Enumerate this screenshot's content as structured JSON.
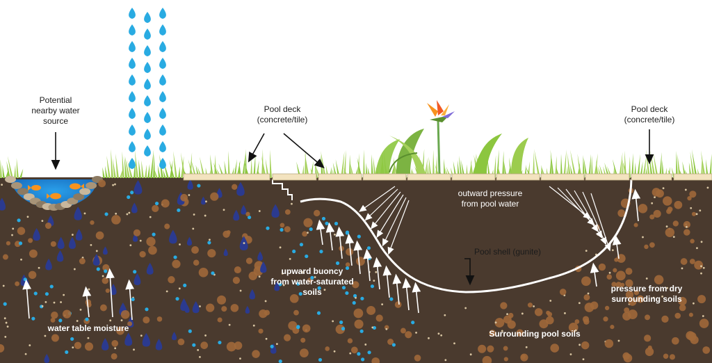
{
  "labels": {
    "water_source": [
      "Potential",
      "nearby water",
      "source"
    ],
    "pool_deck_left": [
      "Pool deck",
      "(concrete/tile)"
    ],
    "pool_deck_right": [
      "Pool deck",
      "(concrete/tile)"
    ],
    "outward_pressure": [
      "outward pressure",
      "from pool water"
    ],
    "pool_shell": "Pool shell (gunite)",
    "upward_buoyancy": [
      "upward buoncy",
      "from water-saturated",
      "soils"
    ],
    "water_table": "water table moisture",
    "dry_soils": [
      "pressure from dry",
      "surrounding soils"
    ],
    "surrounding_soils": "Surrounding pool soils"
  },
  "colors": {
    "soil": "#4a3a2e",
    "pool_water_top": "#3fc5ee",
    "pool_water_bottom": "#6b73c9",
    "deck": "#f3e3bf",
    "rain": "#29abe2",
    "grass": "#8cc63f",
    "pond": "#1e88d8",
    "fish": "#f7931e",
    "stone_dot": "#a0683a",
    "water_dot": "#29abe2",
    "saturated_drop": "#2b3a8f"
  },
  "icons": [
    "rain-drop-icon",
    "fish-icon",
    "plant-icon",
    "bird-of-paradise-flower-icon",
    "pebble-icon"
  ]
}
